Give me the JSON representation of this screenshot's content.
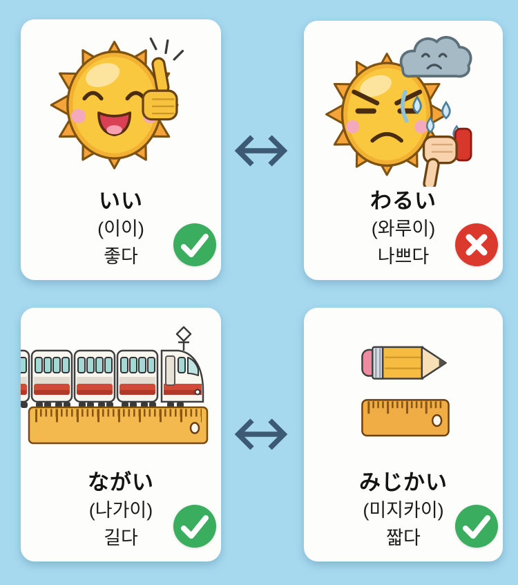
{
  "page": {
    "background_color": "#a6d9ee",
    "card_color": "#fdfdfb",
    "arrow_color": "#3d5a74"
  },
  "status_colors": {
    "correct": "#3aad5e",
    "incorrect": "#dc392e"
  },
  "icons": {
    "correct": "check-icon",
    "incorrect": "x-icon",
    "pair_link": "double-headed-arrow-icon"
  },
  "cards": [
    {
      "japanese": "いい",
      "pronunciation": "(이이)",
      "meaning": "좋다",
      "status": "correct",
      "illustration": "happy sun giving a thumbs up"
    },
    {
      "japanese": "わるい",
      "pronunciation": "(와루이)",
      "meaning": "나쁘다",
      "status": "incorrect",
      "illustration": "angry sun with sad rain cloud giving a thumbs down"
    },
    {
      "japanese": "ながい",
      "pronunciation": "(나가이)",
      "meaning": "길다",
      "status": "correct",
      "illustration": "long train above a long ruler"
    },
    {
      "japanese": "みじかい",
      "pronunciation": "(미지카이)",
      "meaning": "짧다",
      "status": "correct",
      "illustration": "short pencil above a short ruler"
    }
  ]
}
